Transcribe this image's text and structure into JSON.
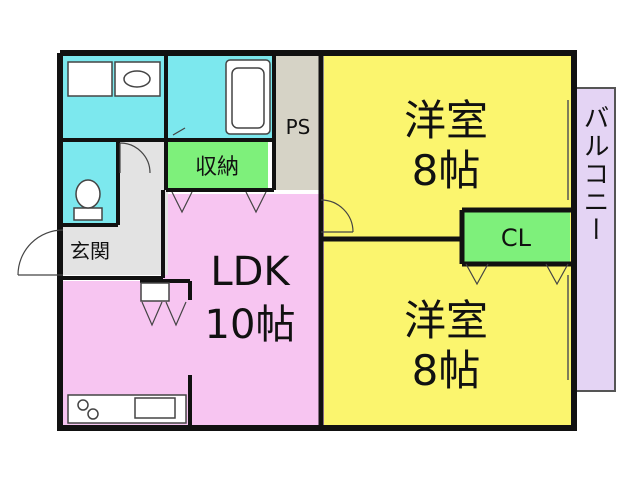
{
  "rooms": {
    "western_room_1": {
      "name": "洋室",
      "size": "8帖"
    },
    "western_room_2": {
      "name": "洋室",
      "size": "8帖"
    },
    "ldk": {
      "name": "LDK",
      "size": "10帖"
    },
    "storage": "収納",
    "pipe_space": "PS",
    "closet": "CL",
    "entrance": "玄関",
    "balcony": "バルコニー"
  },
  "colors": {
    "western_room": "#fbf56e",
    "ldk": "#f7c5f1",
    "balcony": "#e4d4f4",
    "bathroom": "#7ce8ee",
    "toilet": "#7ce8ee",
    "storage": "#7ef07b",
    "closet": "#7ef07b",
    "pipe_space": "#d6d3c6",
    "hallway": "#e3e3e3",
    "wall": "#111111"
  }
}
